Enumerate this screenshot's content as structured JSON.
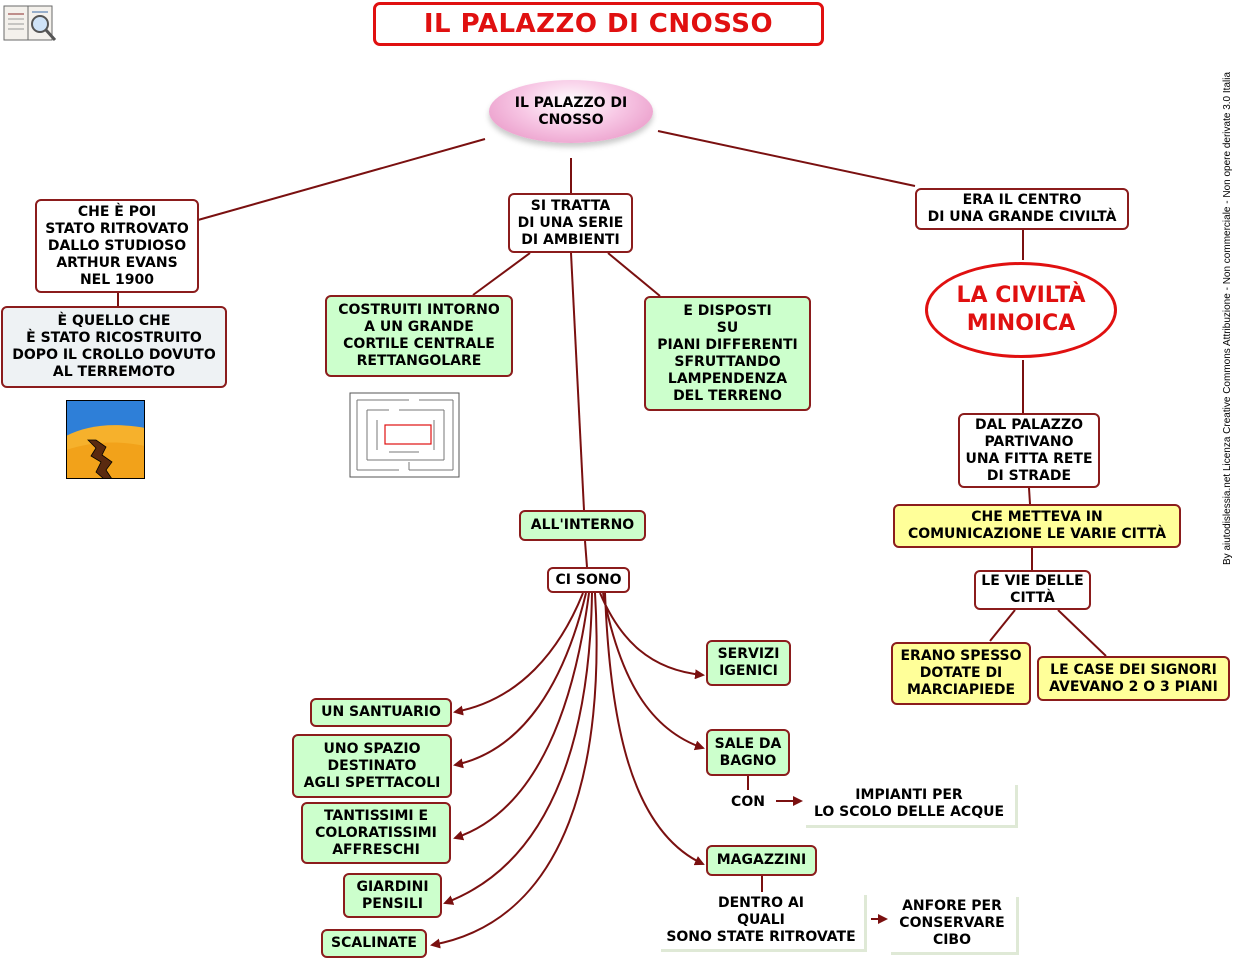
{
  "title": "IL PALAZZO DI CNOSSO",
  "central": "IL PALAZZO DI\nCNOSSO",
  "credit": "By aiutodislessia.net Licenza Creative Commons Attribuzione - Non commerciale - Non opere derivate 3.0 Italia",
  "left": {
    "ritrovato": "CHE È POI\nSTATO RITROVATO\nDALLO STUDIOSO\nARTHUR EVANS\nNEL 1900",
    "ricostruito": "È QUELLO CHE\nÈ STATO RICOSTRUITO\nDOPO IL CROLLO DOVUTO\nAL TERREMOTO",
    "icon": "earthquake-picture"
  },
  "middle": {
    "serie": "SI TRATTA\nDI UNA SERIE\nDI AMBIENTI",
    "costruiti": "COSTRUITI INTORNO\nA UN GRANDE\nCORTILE CENTRALE\nRETTANGOLARE",
    "disposti": "E DISPOSTI\nSU\nPIANI DIFFERENTI\nSFRUTTANDO\nLAMPENDENZA\nDEL TERRENO",
    "plan_icon": "palace-plan-picture",
    "interno": "ALL'INTERNO",
    "ci_sono": "CI SONO",
    "left_items": [
      "UN SANTUARIO",
      "UNO SPAZIO\nDESTINATO\nAGLI SPETTACOLI",
      "TANTISSIMI E\nCOLORATISSIMI\nAFFRESCHI",
      "GIARDINI\nPENSILI",
      "SCALINATE"
    ],
    "servizi": "SERVIZI\nIGENICI",
    "sale": "SALE DA\nBAGNO",
    "con": "CON",
    "impianti": "IMPIANTI PER\nLO SCOLO DELLE ACQUE",
    "magazzini": "MAGAZZINI",
    "dentro": "DENTRO AI\nQUALI\nSONO STATE RITROVATE",
    "anfore": "ANFORE PER\nCONSERVARE\nCIBO"
  },
  "right": {
    "centro": "ERA IL CENTRO\nDI UNA GRANDE CIVILTÀ",
    "civilta": "LA CIVILTÀ\nMINOICA",
    "strade": "DAL PALAZZO\nPARTIVANO\nUNA FITTA RETE\nDI STRADE",
    "comunicazione": "CHE  METTEVA IN\nCOMUNICAZIONE LE VARIE CITTÀ",
    "vie": "LE VIE DELLE\nCITTÀ",
    "marciapiede": "ERANO SPESSO\nDOTATE DI\nMARCIAPIEDE",
    "case": "LE CASE DEI SIGNORI\nAVEVANO 2 O 3 PIANI"
  },
  "colors": {
    "line": "#7a1010",
    "title": "#e01010",
    "green": "#ccffcc",
    "yellow": "#ffff99"
  }
}
